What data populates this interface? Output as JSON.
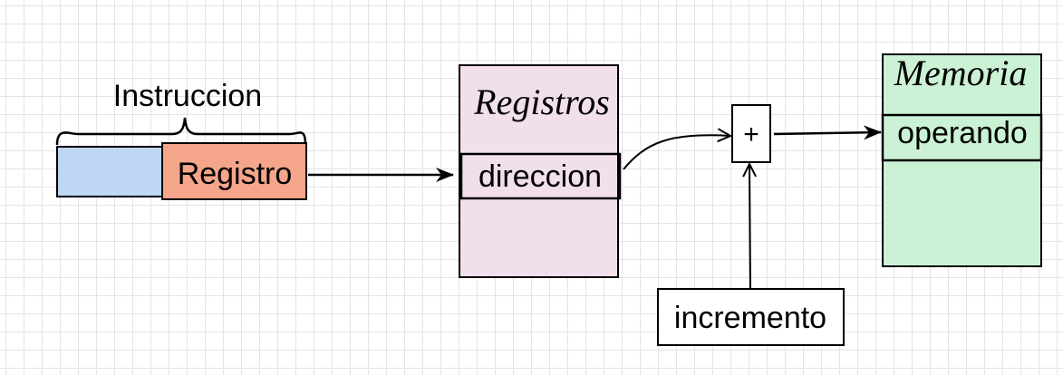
{
  "instruction": {
    "label": "Instruccion",
    "field_label": "Registro",
    "opcode_color": "#bdd7f5",
    "register_color": "#f4a58a"
  },
  "registers": {
    "title": "Registros",
    "cell_label": "direccion",
    "color": "#f2dfec"
  },
  "adder": {
    "symbol": "+"
  },
  "increment": {
    "label": "incremento"
  },
  "memory": {
    "title": "Memoria",
    "cell_label": "operando",
    "color": "#ccf2d6"
  }
}
